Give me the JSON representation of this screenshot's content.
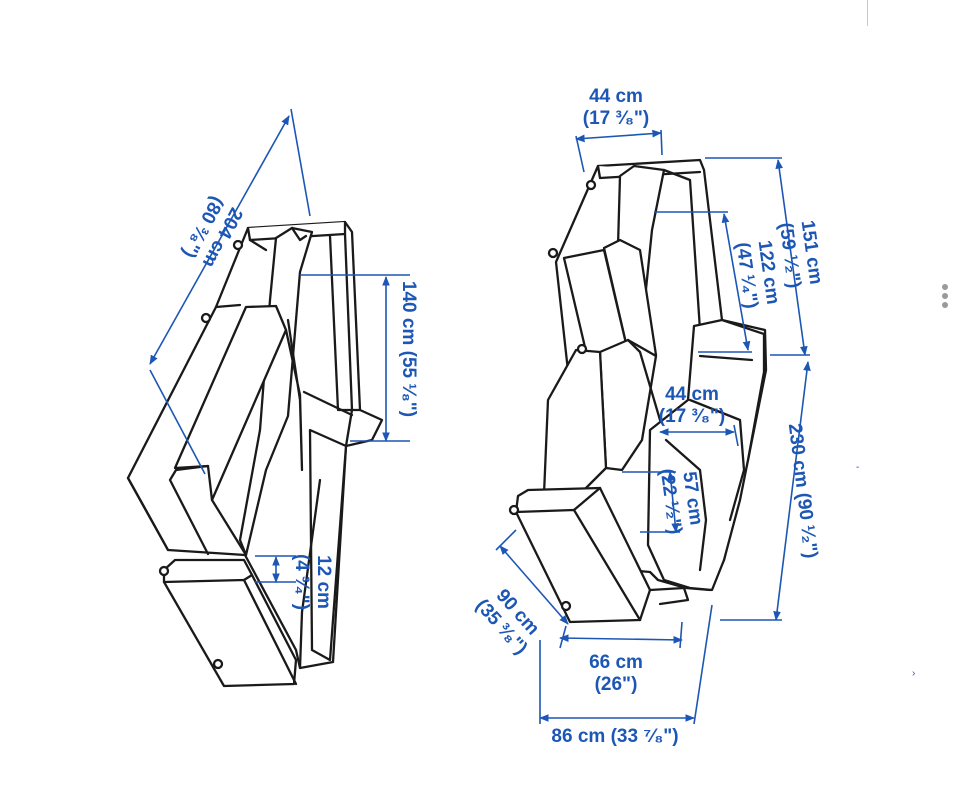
{
  "diagram": {
    "left_view": {
      "diagonal": {
        "metric": "204 cm",
        "imperial": "(80 ³⁄₈\")"
      },
      "depth": {
        "metric": "140 cm",
        "imperial": "(55 ¹⁄₈\")"
      },
      "thickness": {
        "metric": "12 cm",
        "imperial": "(4 ³⁄₄\")"
      }
    },
    "right_view": {
      "back_width": {
        "metric": "44 cm",
        "imperial": "(17 ³⁄₈\")"
      },
      "overall_depth": {
        "metric": "151 cm",
        "imperial": "(59 ¹⁄₂\")"
      },
      "seat_depth": {
        "metric": "122 cm",
        "imperial": "(47 ¹⁄₄\")"
      },
      "armrest_width": {
        "metric": "44 cm",
        "imperial": "(17 ³⁄₈\")"
      },
      "length": {
        "metric": "230 cm",
        "imperial": "(90 ¹⁄₂\")"
      },
      "seat_height": {
        "metric": "57 cm",
        "imperial": "(22 ¹⁄₂\")"
      },
      "side_depth": {
        "metric": "90 cm",
        "imperial": "(35 ³⁄₈\")"
      },
      "ottoman_width": {
        "metric": "66 cm",
        "imperial": "(26\")"
      },
      "total_width": {
        "metric": "86 cm",
        "imperial": "(33 ⁷⁄₈\")"
      }
    }
  },
  "colors": {
    "dimension": "#1d57b5",
    "outline": "#1a1a1a",
    "menu_dots": "#9a9a9a"
  },
  "icons": {
    "menu": "more-vertical-icon"
  }
}
